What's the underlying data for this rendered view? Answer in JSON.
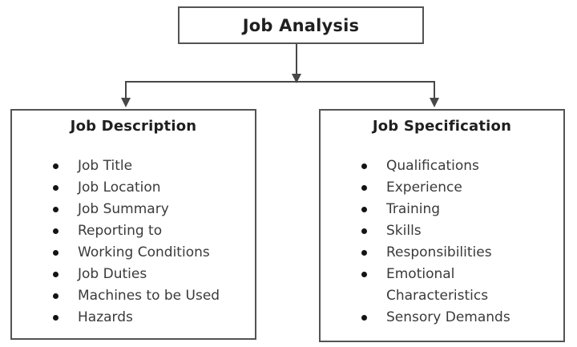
{
  "root_box": {
    "title": "Job Analysis"
  },
  "left_box": {
    "title": "Job Description",
    "items": [
      "Job Title",
      "Job Location",
      "Job Summary",
      "Reporting to",
      "Working Conditions",
      "Job Duties",
      "Machines to be Used",
      "Hazards"
    ]
  },
  "right_box": {
    "title": "Job Specification",
    "items": [
      "Qualifications",
      "Experience",
      "Training",
      "Skills",
      "Responsibilities",
      "Emotional Characteristics",
      "Sensory Demands"
    ]
  },
  "colors": {
    "background": "#ffffff",
    "line": "#474747",
    "box_border": "#545454",
    "heading_text": "#1f1f1f",
    "list_text": "#3a3a3a",
    "bullet": "#141414"
  }
}
